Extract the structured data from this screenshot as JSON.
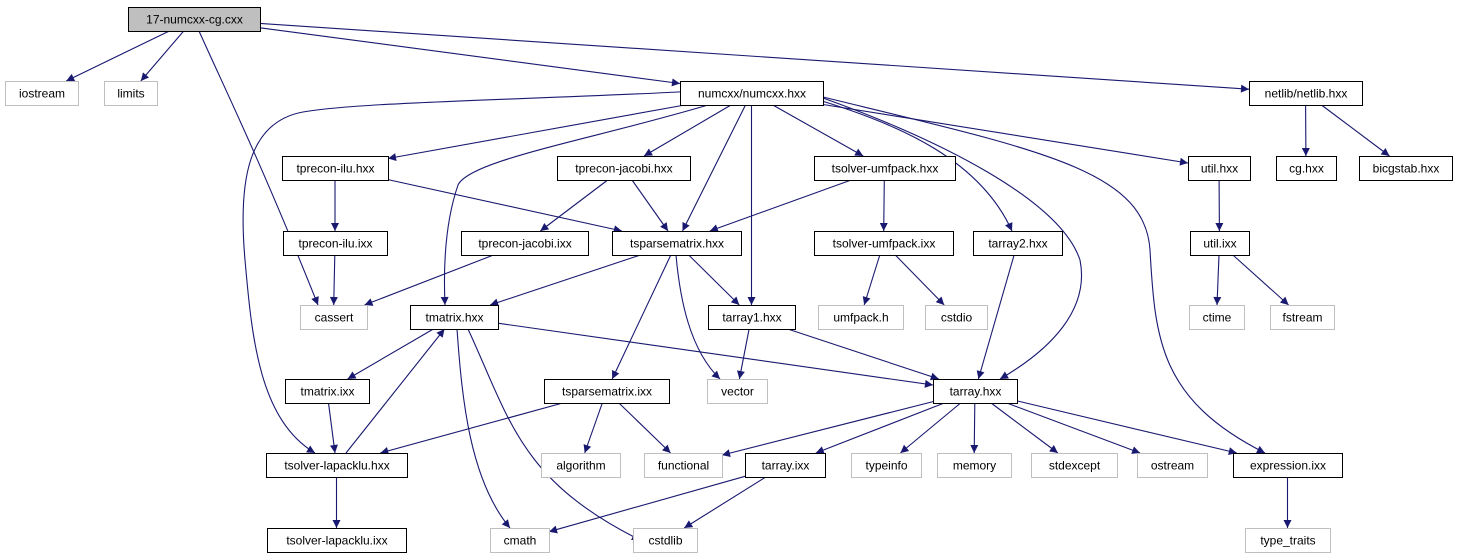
{
  "graph": {
    "colors": {
      "edge": "#191970",
      "node_border_local": "#000000",
      "node_border_system": "#bfbfbf",
      "root_fill": "#bfbfbf",
      "node_fill": "#ffffff",
      "text": "#000000"
    },
    "nodes": [
      {
        "id": "root",
        "label": "17-numcxx-cg.cxx",
        "kind": "root"
      },
      {
        "id": "iostream",
        "label": "iostream",
        "kind": "system"
      },
      {
        "id": "limits",
        "label": "limits",
        "kind": "system"
      },
      {
        "id": "numcxx",
        "label": "numcxx/numcxx.hxx",
        "kind": "local"
      },
      {
        "id": "netlib",
        "label": "netlib/netlib.hxx",
        "kind": "local"
      },
      {
        "id": "tpreconilu_h",
        "label": "tprecon-ilu.hxx",
        "kind": "local"
      },
      {
        "id": "tpreconjac_h",
        "label": "tprecon-jacobi.hxx",
        "kind": "local"
      },
      {
        "id": "tsolverumf_h",
        "label": "tsolver-umfpack.hxx",
        "kind": "local"
      },
      {
        "id": "util_h",
        "label": "util.hxx",
        "kind": "local"
      },
      {
        "id": "cg",
        "label": "cg.hxx",
        "kind": "local"
      },
      {
        "id": "bicgstab",
        "label": "bicgstab.hxx",
        "kind": "local"
      },
      {
        "id": "tpreconilu_i",
        "label": "tprecon-ilu.ixx",
        "kind": "local"
      },
      {
        "id": "tpreconjac_i",
        "label": "tprecon-jacobi.ixx",
        "kind": "local"
      },
      {
        "id": "tsparse_h",
        "label": "tsparsematrix.hxx",
        "kind": "local"
      },
      {
        "id": "tsolverumf_i",
        "label": "tsolver-umfpack.ixx",
        "kind": "local"
      },
      {
        "id": "tarray2",
        "label": "tarray2.hxx",
        "kind": "local"
      },
      {
        "id": "util_i",
        "label": "util.ixx",
        "kind": "local"
      },
      {
        "id": "cassert",
        "label": "cassert",
        "kind": "system"
      },
      {
        "id": "tmatrix_h",
        "label": "tmatrix.hxx",
        "kind": "local"
      },
      {
        "id": "tarray1",
        "label": "tarray1.hxx",
        "kind": "local"
      },
      {
        "id": "umfpack",
        "label": "umfpack.h",
        "kind": "system"
      },
      {
        "id": "cstdio",
        "label": "cstdio",
        "kind": "system"
      },
      {
        "id": "ctime",
        "label": "ctime",
        "kind": "system"
      },
      {
        "id": "fstream",
        "label": "fstream",
        "kind": "system"
      },
      {
        "id": "tmatrix_i",
        "label": "tmatrix.ixx",
        "kind": "local"
      },
      {
        "id": "tsparse_i",
        "label": "tsparsematrix.ixx",
        "kind": "local"
      },
      {
        "id": "vector",
        "label": "vector",
        "kind": "system"
      },
      {
        "id": "tarray_h",
        "label": "tarray.hxx",
        "kind": "local"
      },
      {
        "id": "tsolverlap_h",
        "label": "tsolver-lapacklu.hxx",
        "kind": "local"
      },
      {
        "id": "algorithm",
        "label": "algorithm",
        "kind": "system"
      },
      {
        "id": "functional",
        "label": "functional",
        "kind": "system"
      },
      {
        "id": "tarray_i",
        "label": "tarray.ixx",
        "kind": "local"
      },
      {
        "id": "typeinfo",
        "label": "typeinfo",
        "kind": "system"
      },
      {
        "id": "memory",
        "label": "memory",
        "kind": "system"
      },
      {
        "id": "stdexcept",
        "label": "stdexcept",
        "kind": "system"
      },
      {
        "id": "ostream",
        "label": "ostream",
        "kind": "system"
      },
      {
        "id": "expression",
        "label": "expression.ixx",
        "kind": "local"
      },
      {
        "id": "tsolverlap_i",
        "label": "tsolver-lapacklu.ixx",
        "kind": "local"
      },
      {
        "id": "cmath",
        "label": "cmath",
        "kind": "system"
      },
      {
        "id": "cstdlib",
        "label": "cstdlib",
        "kind": "system"
      },
      {
        "id": "type_traits",
        "label": "type_traits",
        "kind": "system"
      }
    ],
    "edges": [
      [
        "root",
        "iostream"
      ],
      [
        "root",
        "limits"
      ],
      [
        "root",
        "numcxx"
      ],
      [
        "root",
        "netlib"
      ],
      [
        "root",
        "cassert"
      ],
      [
        "numcxx",
        "tpreconilu_h"
      ],
      [
        "numcxx",
        "tpreconjac_h"
      ],
      [
        "numcxx",
        "tsolverumf_h"
      ],
      [
        "numcxx",
        "util_h"
      ],
      [
        "numcxx",
        "tsparse_h"
      ],
      [
        "numcxx",
        "tarray1"
      ],
      [
        "numcxx",
        "tarray2"
      ],
      [
        "numcxx",
        "tmatrix_h"
      ],
      [
        "numcxx",
        "tsolverlap_h"
      ],
      [
        "numcxx",
        "tarray_h"
      ],
      [
        "numcxx",
        "expression"
      ],
      [
        "netlib",
        "cg"
      ],
      [
        "netlib",
        "bicgstab"
      ],
      [
        "tpreconilu_h",
        "tpreconilu_i"
      ],
      [
        "tpreconilu_h",
        "tsparse_h"
      ],
      [
        "tpreconilu_i",
        "cassert"
      ],
      [
        "tpreconjac_h",
        "tpreconjac_i"
      ],
      [
        "tpreconjac_h",
        "tsparse_h"
      ],
      [
        "tpreconjac_i",
        "cassert"
      ],
      [
        "tsolverumf_h",
        "tsparse_h"
      ],
      [
        "tsolverumf_h",
        "tsolverumf_i"
      ],
      [
        "tsolverumf_i",
        "umfpack"
      ],
      [
        "tsolverumf_i",
        "cstdio"
      ],
      [
        "util_h",
        "util_i"
      ],
      [
        "util_i",
        "ctime"
      ],
      [
        "util_i",
        "fstream"
      ],
      [
        "tsparse_h",
        "tmatrix_h"
      ],
      [
        "tsparse_h",
        "tarray1"
      ],
      [
        "tsparse_h",
        "vector"
      ],
      [
        "tsparse_h",
        "tsparse_i"
      ],
      [
        "tarray2",
        "tarray_h"
      ],
      [
        "tmatrix_h",
        "tmatrix_i"
      ],
      [
        "tmatrix_h",
        "tarray_h"
      ],
      [
        "tmatrix_h",
        "cmath"
      ],
      [
        "tmatrix_h",
        "cstdlib"
      ],
      [
        "tarray1",
        "vector"
      ],
      [
        "tarray1",
        "tarray_h"
      ],
      [
        "tmatrix_i",
        "tsolverlap_h"
      ],
      [
        "tsolverlap_h",
        "tmatrix_h"
      ],
      [
        "tsolverlap_h",
        "tsolverlap_i"
      ],
      [
        "tsparse_i",
        "tsolverlap_h"
      ],
      [
        "tsparse_i",
        "algorithm"
      ],
      [
        "tsparse_i",
        "functional"
      ],
      [
        "tarray_h",
        "functional"
      ],
      [
        "tarray_h",
        "tarray_i"
      ],
      [
        "tarray_h",
        "typeinfo"
      ],
      [
        "tarray_h",
        "memory"
      ],
      [
        "tarray_h",
        "stdexcept"
      ],
      [
        "tarray_h",
        "ostream"
      ],
      [
        "tarray_h",
        "expression"
      ],
      [
        "tarray_i",
        "cmath"
      ],
      [
        "tarray_i",
        "cstdlib"
      ],
      [
        "expression",
        "type_traits"
      ]
    ]
  }
}
